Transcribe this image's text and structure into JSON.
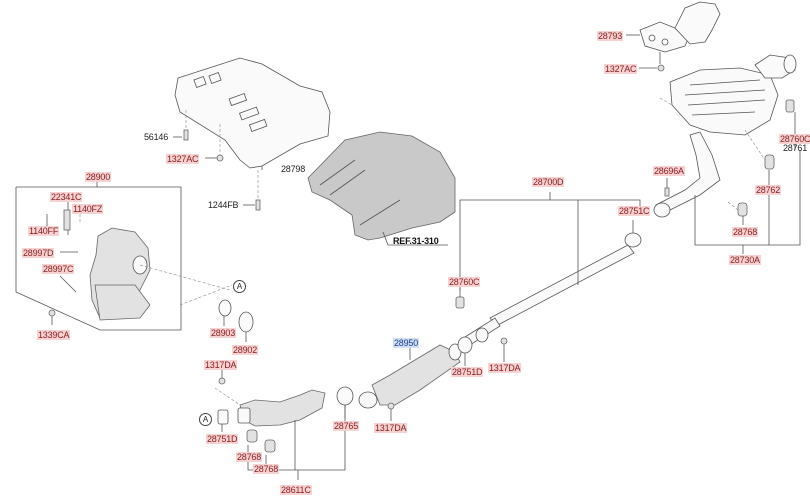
{
  "diagram": {
    "title": "Exhaust system parts diagram",
    "reference": "REF.31-310",
    "callout_letter": "A",
    "labels": {
      "p28793": "28793",
      "p1327AC_top": "1327AC",
      "p28760C_right": "28760C",
      "p28761": "28761",
      "p28696A": "28696A",
      "p28762": "28762",
      "p28751C": "28751C",
      "p28768_right": "28768",
      "p28730A": "28730A",
      "p28700D": "28700D",
      "p28760C": "28760C",
      "p56146": "56146",
      "p1327AC_left": "1327AC",
      "p28798": "28798",
      "p1244FB": "1244FB",
      "p28900": "28900",
      "p22341C": "22341C",
      "p1140FZ": "1140FZ",
      "p1140FF": "1140FF",
      "p28997D": "28997D",
      "p28997C": "28997C",
      "p1339CA": "1339CA",
      "p28903": "28903",
      "p28902": "28902",
      "p1317DA_left": "1317DA",
      "p28950": "28950",
      "p28751D_mid": "28751D",
      "p1317DA_mid": "1317DA",
      "p1317DA_low": "1317DA",
      "p28765": "28765",
      "p28751D_left": "28751D",
      "p28768_a": "28768",
      "p28768_b": "28768",
      "p28611C": "28611C"
    },
    "highlighted_label": "28950",
    "colors": {
      "label_bg": "#f6d2d2",
      "label_text": "#8a1c1c",
      "highlight_bg": "#cfe0f7",
      "highlight_text": "#1f3f8a"
    }
  }
}
